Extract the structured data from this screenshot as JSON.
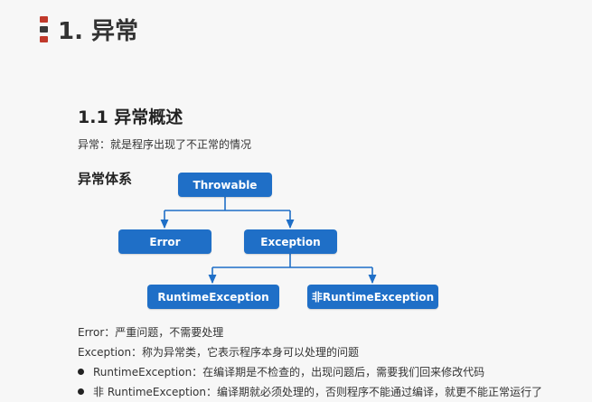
{
  "page": {
    "title": "1. 异常",
    "section_title": "1.1 异常概述",
    "definition": "异常：就是程序出现了不正常的情况",
    "hierarchy_label": "异常体系"
  },
  "diagram": {
    "nodes": {
      "throwable": "Throwable",
      "error": "Error",
      "exception": "Exception",
      "runtime_exception": "RuntimeException",
      "non_runtime_exception": "非RuntimeException"
    },
    "node_color": "#1f6fc7",
    "edge_color": "#1f6fc7"
  },
  "notes": {
    "error": "Error：严重问题，不需要处理",
    "exception": "Exception：称为异常类，它表示程序本身可以处理的问题"
  },
  "bullets": [
    "RuntimeException：在编译期是不检查的，出现问题后，需要我们回来修改代码",
    "非 RuntimeException：编译期就必须处理的，否则程序不能通过编译，就更不能正常运行了"
  ],
  "title_marker_colors": [
    "#c0392b",
    "#3a3a3a",
    "#c0392b"
  ]
}
